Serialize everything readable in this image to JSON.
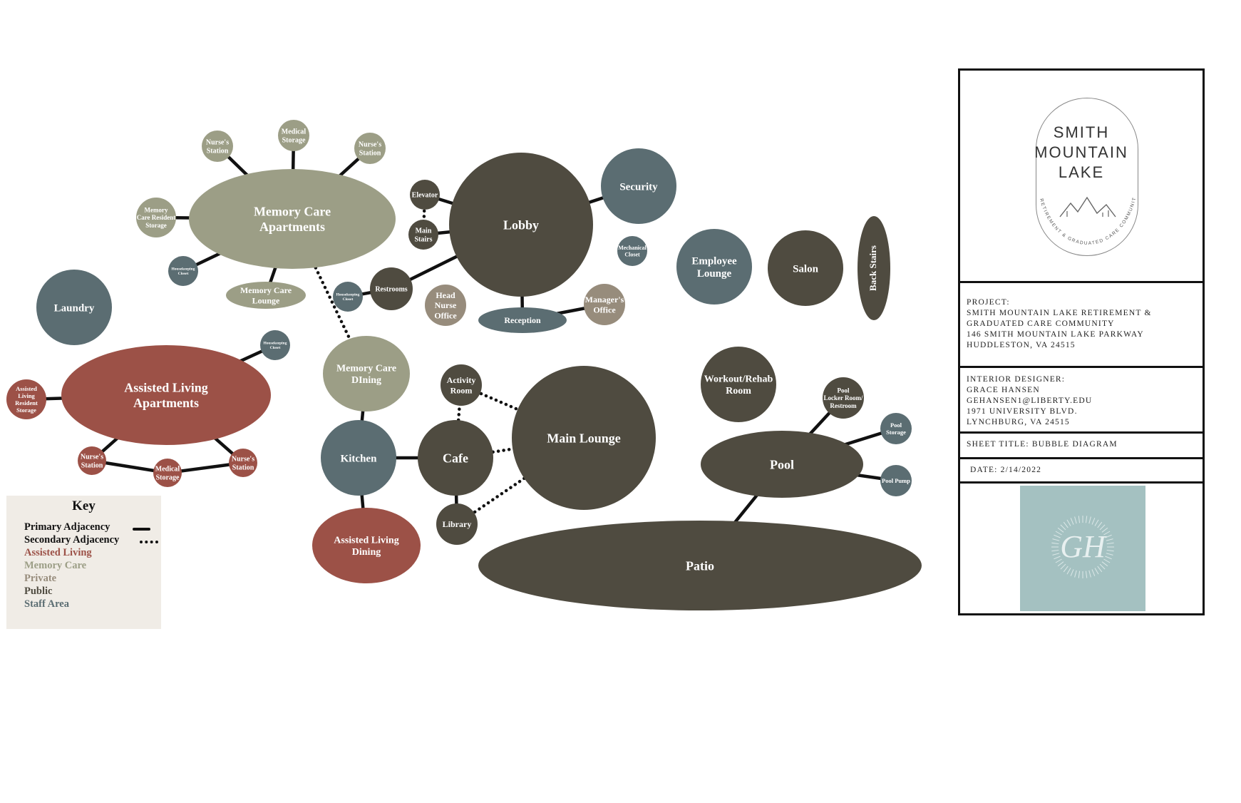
{
  "colors": {
    "public": "#4f4b40",
    "staff": "#5b6d72",
    "assisted": "#9c5147",
    "memory": "#9c9e86",
    "private": "#978c7c",
    "line": "#111111",
    "key_bg": "#f0ece6",
    "logo_box": "#a4c1c1"
  },
  "bubbles": [
    {
      "id": "memory-care-apartments",
      "lines": [
        "Memory Care",
        "Apartments"
      ],
      "cat": "memory"
    },
    {
      "id": "nurses-station-mc-1",
      "lines": [
        "Nurse's",
        "Station"
      ],
      "cat": "memory"
    },
    {
      "id": "medical-storage-mc",
      "lines": [
        "Medical",
        "Storage"
      ],
      "cat": "memory"
    },
    {
      "id": "nurses-station-mc-2",
      "lines": [
        "Nurse's",
        "Station"
      ],
      "cat": "memory"
    },
    {
      "id": "memory-care-resident-storage",
      "lines": [
        "Memory",
        "Care Resident",
        "Storage"
      ],
      "cat": "memory"
    },
    {
      "id": "housekeeping-closet-mc",
      "lines": [
        "Housekeeping",
        "Closet"
      ],
      "cat": "staff"
    },
    {
      "id": "memory-care-lounge",
      "lines": [
        "Memory Care",
        "Lounge"
      ],
      "cat": "memory"
    },
    {
      "id": "laundry",
      "lines": [
        "Laundry"
      ],
      "cat": "staff"
    },
    {
      "id": "housekeeping-closet-al",
      "lines": [
        "Housekeeping",
        "Closet"
      ],
      "cat": "staff"
    },
    {
      "id": "assisted-living-apartments",
      "lines": [
        "Assisted Living",
        "Apartments"
      ],
      "cat": "assisted"
    },
    {
      "id": "assisted-living-resident-storage",
      "lines": [
        "Assisted",
        "Living",
        "Resident",
        "Storage"
      ],
      "cat": "assisted"
    },
    {
      "id": "nurses-station-al-1",
      "lines": [
        "Nurse's",
        "Station"
      ],
      "cat": "assisted"
    },
    {
      "id": "medical-storage-al",
      "lines": [
        "Medical",
        "Storage"
      ],
      "cat": "assisted"
    },
    {
      "id": "nurses-station-al-2",
      "lines": [
        "Nurse's",
        "Station"
      ],
      "cat": "assisted"
    },
    {
      "id": "memory-care-dining",
      "lines": [
        "Memory Care",
        "DIning"
      ],
      "cat": "memory"
    },
    {
      "id": "kitchen",
      "lines": [
        "Kitchen"
      ],
      "cat": "staff"
    },
    {
      "id": "assisted-living-dining",
      "lines": [
        "Assisted Living",
        "Dining"
      ],
      "cat": "assisted"
    },
    {
      "id": "cafe",
      "lines": [
        "Cafe"
      ],
      "cat": "public"
    },
    {
      "id": "activity-room",
      "lines": [
        "Activity",
        "Room"
      ],
      "cat": "public"
    },
    {
      "id": "library",
      "lines": [
        "Library"
      ],
      "cat": "public"
    },
    {
      "id": "main-lounge",
      "lines": [
        "Main Lounge"
      ],
      "cat": "public"
    },
    {
      "id": "lobby",
      "lines": [
        "Lobby"
      ],
      "cat": "public"
    },
    {
      "id": "elevator",
      "lines": [
        "Elevator"
      ],
      "cat": "public"
    },
    {
      "id": "main-stairs",
      "lines": [
        "Main",
        "Stairs"
      ],
      "cat": "public"
    },
    {
      "id": "restrooms",
      "lines": [
        "Restrooms"
      ],
      "cat": "public"
    },
    {
      "id": "housekeeping-closet-lobby",
      "lines": [
        "Housekeeping",
        "Closet"
      ],
      "cat": "staff"
    },
    {
      "id": "head-nurse-office",
      "lines": [
        "Head",
        "Nurse",
        "Office"
      ],
      "cat": "private"
    },
    {
      "id": "reception",
      "lines": [
        "Reception"
      ],
      "cat": "staff"
    },
    {
      "id": "managers-office",
      "lines": [
        "Manager's",
        "Office"
      ],
      "cat": "private"
    },
    {
      "id": "security",
      "lines": [
        "Security"
      ],
      "cat": "staff"
    },
    {
      "id": "mechanical-closet",
      "lines": [
        "Mechanical",
        "Closet"
      ],
      "cat": "staff"
    },
    {
      "id": "employee-lounge",
      "lines": [
        "Employee",
        "Lounge"
      ],
      "cat": "staff"
    },
    {
      "id": "salon",
      "lines": [
        "Salon"
      ],
      "cat": "public"
    },
    {
      "id": "back-stairs",
      "lines": [
        "Back Stairs"
      ],
      "cat": "public"
    },
    {
      "id": "workout-rehab-room",
      "lines": [
        "Workout/Rehab",
        "Room"
      ],
      "cat": "public"
    },
    {
      "id": "pool",
      "lines": [
        "Pool"
      ],
      "cat": "public"
    },
    {
      "id": "pool-locker-room",
      "lines": [
        "Pool",
        "Locker Room/",
        "Restroom"
      ],
      "cat": "public"
    },
    {
      "id": "pool-storage",
      "lines": [
        "Pool",
        "Storage"
      ],
      "cat": "staff"
    },
    {
      "id": "pool-pump",
      "lines": [
        "Pool Pump"
      ],
      "cat": "staff"
    },
    {
      "id": "patio",
      "lines": [
        "Patio"
      ],
      "cat": "public"
    }
  ],
  "links": [
    {
      "from": "memory-care-apartments",
      "to": "nurses-station-mc-1",
      "type": "primary"
    },
    {
      "from": "memory-care-apartments",
      "to": "medical-storage-mc",
      "type": "primary"
    },
    {
      "from": "memory-care-apartments",
      "to": "nurses-station-mc-2",
      "type": "primary"
    },
    {
      "from": "memory-care-apartments",
      "to": "memory-care-resident-storage",
      "type": "primary"
    },
    {
      "from": "memory-care-apartments",
      "to": "housekeeping-closet-mc",
      "type": "primary"
    },
    {
      "from": "memory-care-apartments",
      "to": "memory-care-lounge",
      "type": "primary"
    },
    {
      "from": "memory-care-apartments",
      "to": "memory-care-dining",
      "type": "secondary"
    },
    {
      "from": "assisted-living-apartments",
      "to": "housekeeping-closet-al",
      "type": "primary"
    },
    {
      "from": "assisted-living-apartments",
      "to": "assisted-living-resident-storage",
      "type": "primary"
    },
    {
      "from": "assisted-living-apartments",
      "to": "nurses-station-al-1",
      "type": "primary"
    },
    {
      "from": "assisted-living-apartments",
      "to": "nurses-station-al-2",
      "type": "primary"
    },
    {
      "from": "nurses-station-al-1",
      "to": "medical-storage-al",
      "type": "primary"
    },
    {
      "from": "medical-storage-al",
      "to": "nurses-station-al-2",
      "type": "primary"
    },
    {
      "from": "memory-care-dining",
      "to": "kitchen",
      "type": "primary"
    },
    {
      "from": "kitchen",
      "to": "assisted-living-dining",
      "type": "primary"
    },
    {
      "from": "kitchen",
      "to": "cafe",
      "type": "primary"
    },
    {
      "from": "cafe",
      "to": "activity-room",
      "type": "secondary"
    },
    {
      "from": "cafe",
      "to": "library",
      "type": "primary"
    },
    {
      "from": "cafe",
      "to": "main-lounge",
      "type": "secondary"
    },
    {
      "from": "activity-room",
      "to": "main-lounge",
      "type": "secondary"
    },
    {
      "from": "library",
      "to": "main-lounge",
      "type": "secondary"
    },
    {
      "from": "lobby",
      "to": "elevator",
      "type": "primary"
    },
    {
      "from": "lobby",
      "to": "main-stairs",
      "type": "primary"
    },
    {
      "from": "elevator",
      "to": "main-stairs",
      "type": "secondary"
    },
    {
      "from": "lobby",
      "to": "restrooms",
      "type": "primary"
    },
    {
      "from": "restrooms",
      "to": "housekeeping-closet-lobby",
      "type": "primary"
    },
    {
      "from": "lobby",
      "to": "reception",
      "type": "primary"
    },
    {
      "from": "reception",
      "to": "managers-office",
      "type": "primary"
    },
    {
      "from": "lobby",
      "to": "security",
      "type": "primary"
    },
    {
      "from": "pool",
      "to": "pool-locker-room",
      "type": "primary"
    },
    {
      "from": "pool",
      "to": "pool-storage",
      "type": "primary"
    },
    {
      "from": "pool",
      "to": "pool-pump",
      "type": "primary"
    },
    {
      "from": "pool",
      "to": "patio",
      "type": "primary"
    }
  ],
  "key": {
    "title": "Key",
    "primary": "Primary Adjacency",
    "secondary": "Secondary Adjacency",
    "assisted": "Assisted Living",
    "memory": "Memory Care",
    "private": "Private",
    "public": "Public",
    "staff": "Staff Area"
  },
  "title_block": {
    "logo_lines": [
      "SMITH",
      "MOUNTAIN",
      "LAKE"
    ],
    "logo_ring_text": "RETIREMENT & GRADUATED CARE COMMUNITY",
    "project": [
      "PROJECT:",
      "SMITH MOUNTAIN LAKE RETIREMENT &",
      "GRADUATED CARE COMMUNITY",
      "146 SMITH MOUNTAIN LAKE PARKWAY",
      "HUDDLESTON, VA 24515"
    ],
    "designer": [
      "INTERIOR DESIGNER:",
      "GRACE HANSEN",
      "GEHANSEN1@LIBERTY.EDU",
      "1971 UNIVERSITY BLVD.",
      "LYNCHBURG, VA 24515"
    ],
    "sheet_title": "SHEET TITLE: BUBBLE DIAGRAM",
    "date": "DATE: 2/14/2022",
    "designer_logo": "GH"
  }
}
